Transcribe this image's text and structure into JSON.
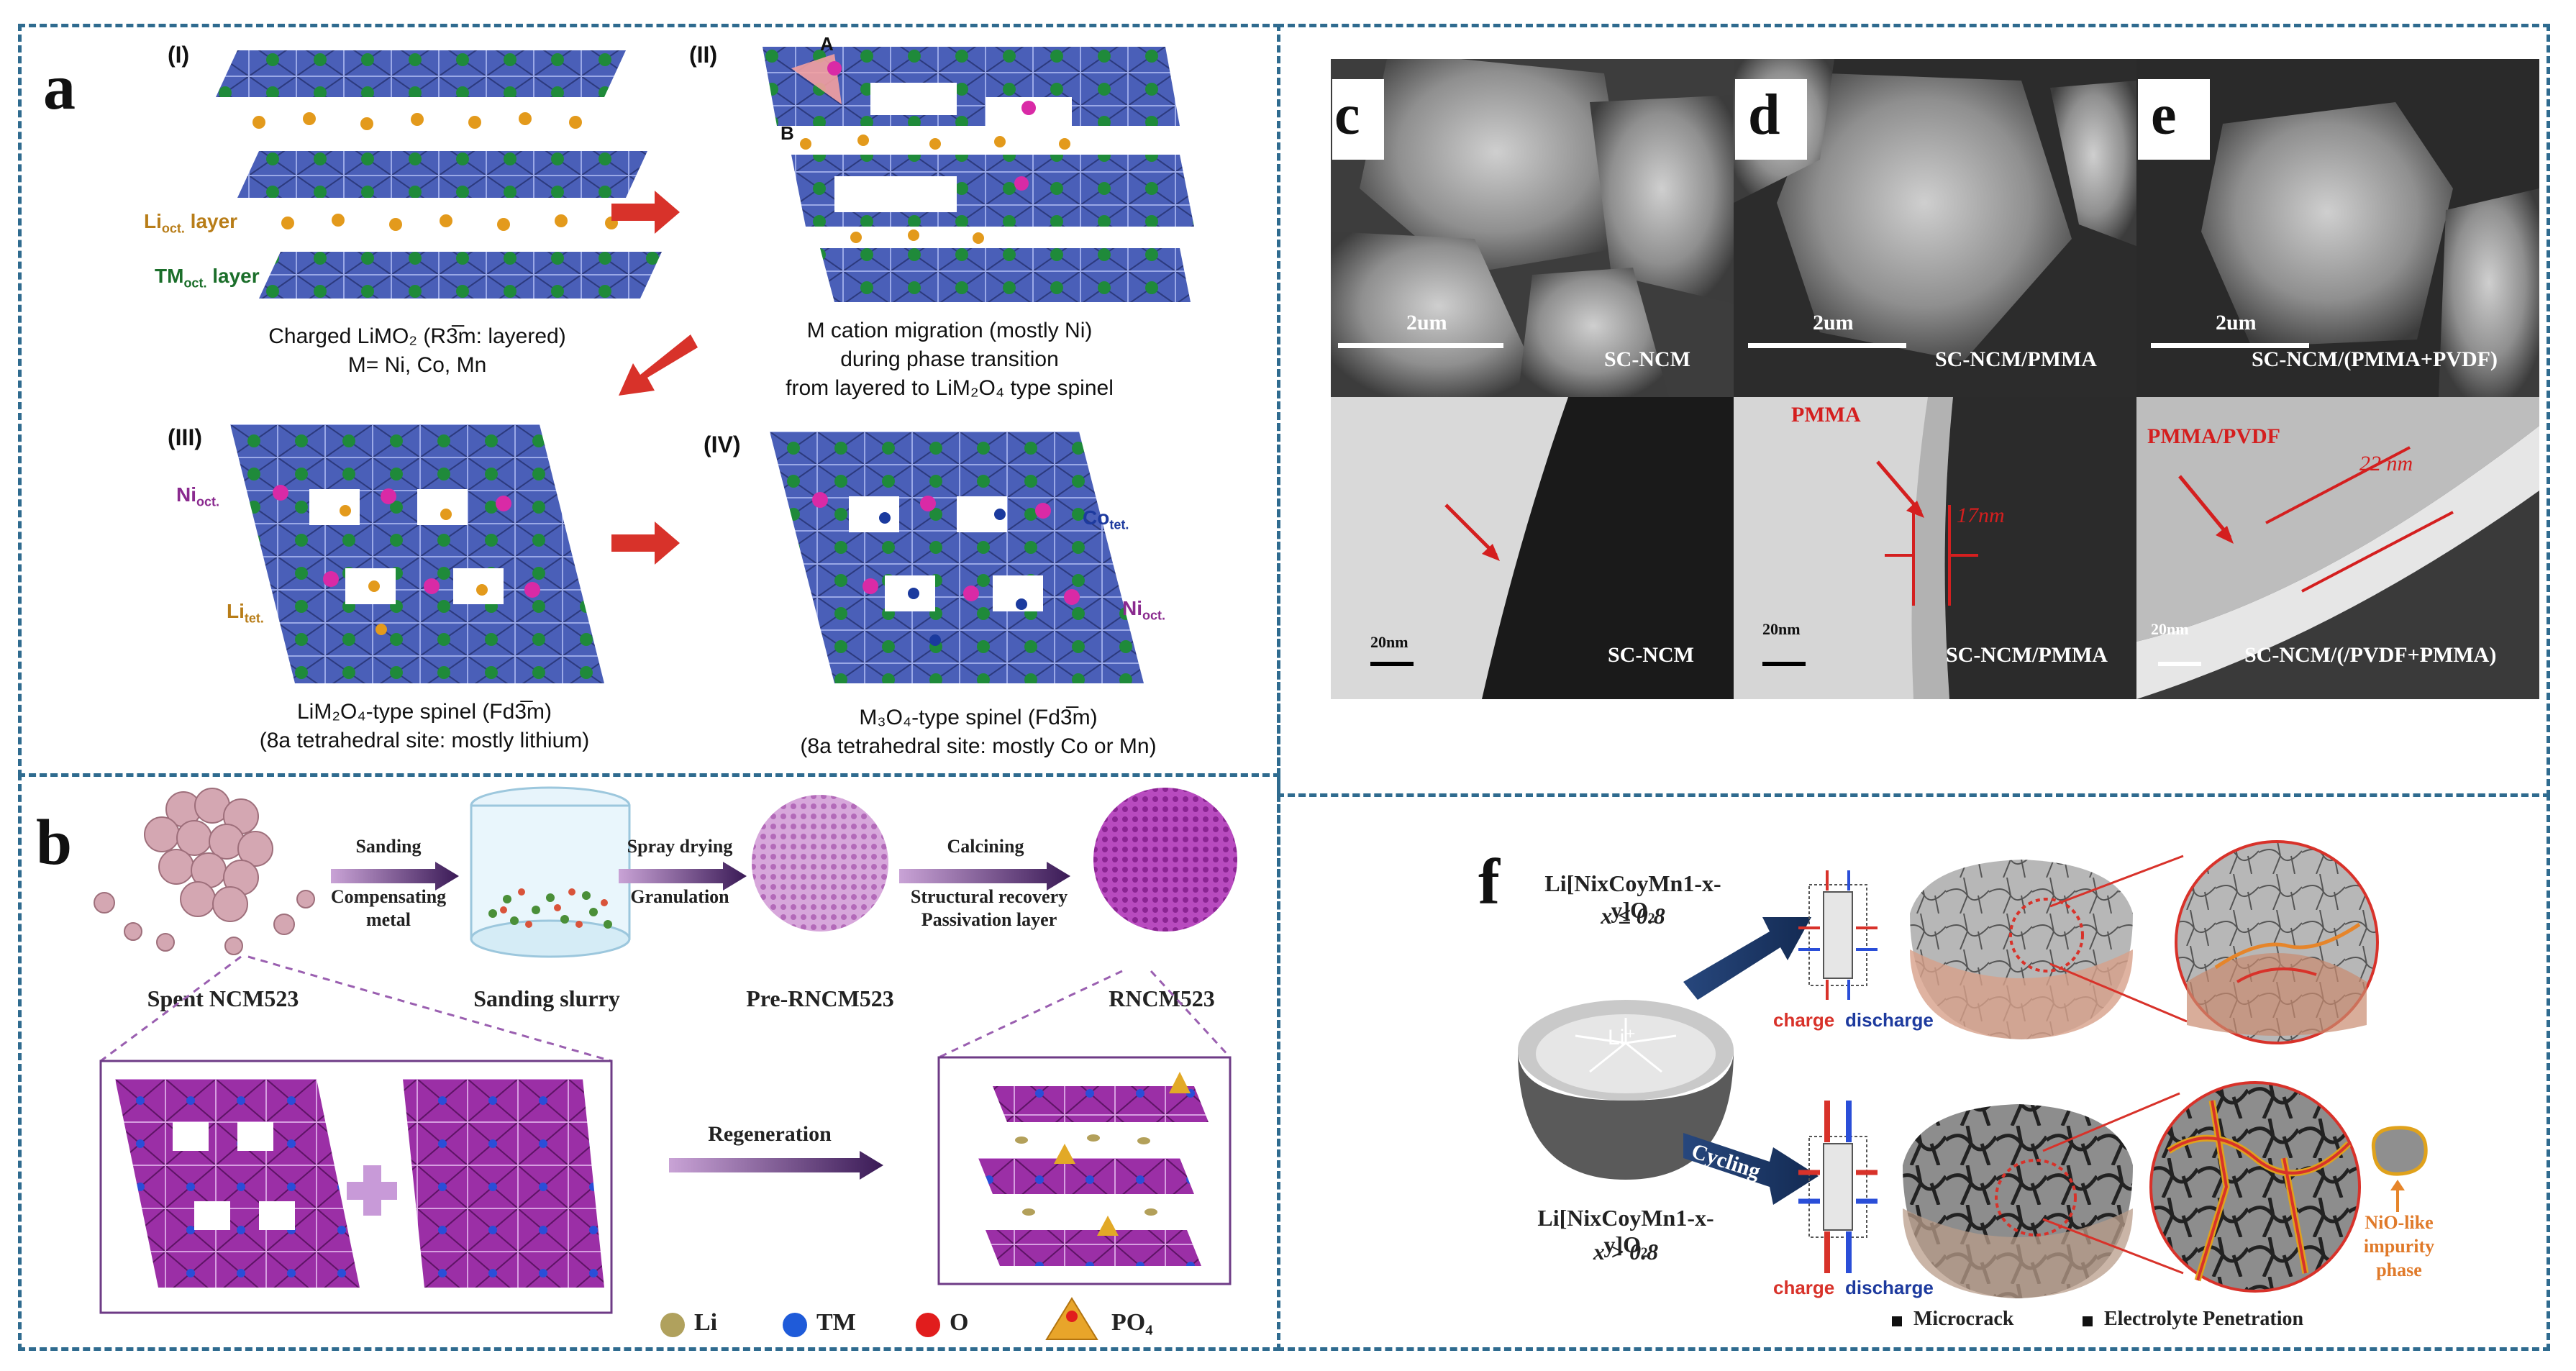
{
  "panel_a": {
    "label": "a",
    "roman": [
      "(I)",
      "(II)",
      "(III)",
      "(IV)"
    ],
    "li_layer": "Li",
    "li_layer_sub": "oct.",
    "li_layer_suffix": " layer",
    "tm_layer": "TM",
    "tm_layer_sub": "oct.",
    "tm_layer_suffix": " layer",
    "ni_oct": "Ni",
    "ni_oct_sub": "oct.",
    "li_tet": "Li",
    "li_tet_sub": "tet.",
    "co_tet": "Co",
    "co_tet_sub": "tet.",
    "ni_oct2": "Ni",
    "ni_oct2_sub": "oct.",
    "point_a": "A",
    "point_b": "B",
    "cap1_line1": "Charged LiMO₂ (R3̅m: layered)",
    "cap1_line2": "M= Ni, Co, Mn",
    "cap2_line1": "M cation migration (mostly Ni)",
    "cap2_line2": "during phase transition",
    "cap2_line3": "from layered to LiM₂O₄ type spinel",
    "cap3_line1": "LiM₂O₄-type spinel (Fd3̅m)",
    "cap3_line2": "(8a  tetrahedral site: mostly lithium)",
    "cap4_line1": "M₃O₄-type spinel (Fd3̅m)",
    "cap4_line2": "(8a  tetrahedral site: mostly Co or Mn)"
  },
  "panel_b": {
    "label": "b",
    "step1_top": "Sanding",
    "step1_bottom1": "Compensating",
    "step1_bottom2": "metal",
    "step2_top": "Spray drying",
    "step2_bottom": "Granulation",
    "step3_top": "Calcining",
    "step3_bottom1": "Structural  recovery",
    "step3_bottom2": "Passivation layer",
    "names": [
      "Spent NCM523",
      "Sanding slurry",
      "Pre-RNCM523",
      "RNCM523"
    ],
    "regeneration": "Regeneration",
    "legend": [
      "Li",
      "TM",
      "O",
      "PO₄"
    ]
  },
  "panel_cde": {
    "labels": [
      "c",
      "d",
      "e"
    ],
    "scale_sem": "2um",
    "scale_tem": "20nm",
    "sem_names": [
      "SC-NCM",
      "SC-NCM/PMMA",
      "SC-NCM/(PMMA+PVDF)"
    ],
    "tem_names": [
      "SC-NCM",
      "SC-NCM/PMMA",
      "SC-NCM/(/PVDF+PMMA)"
    ],
    "pmma": "PMMA",
    "pmma_thick": "17nm",
    "pmma_pvdf": "PMMA/PVDF",
    "thick22": "22 nm"
  },
  "panel_f": {
    "label": "f",
    "formula1": "Li[NixCoyMn1-x-y]O₂",
    "cond1": "x ≤ 0.8",
    "formula2": "Li[NixCoyMn1-x-y]O₂",
    "cond2": "x > 0.8",
    "cycling": "Cycling",
    "charge": "charge",
    "discharge": "discharge",
    "li_plus": "Li⁺",
    "impurity1": "NiO-like",
    "impurity2": "impurity",
    "impurity3": "phase",
    "legend1": "Microcrack",
    "legend2": "Electrolyte Penetration"
  },
  "colors": {
    "border": "#2f6b8f",
    "arrow_red": "#d8322a",
    "purple": "#7d3a8f",
    "navy": "#1d3a6d"
  }
}
